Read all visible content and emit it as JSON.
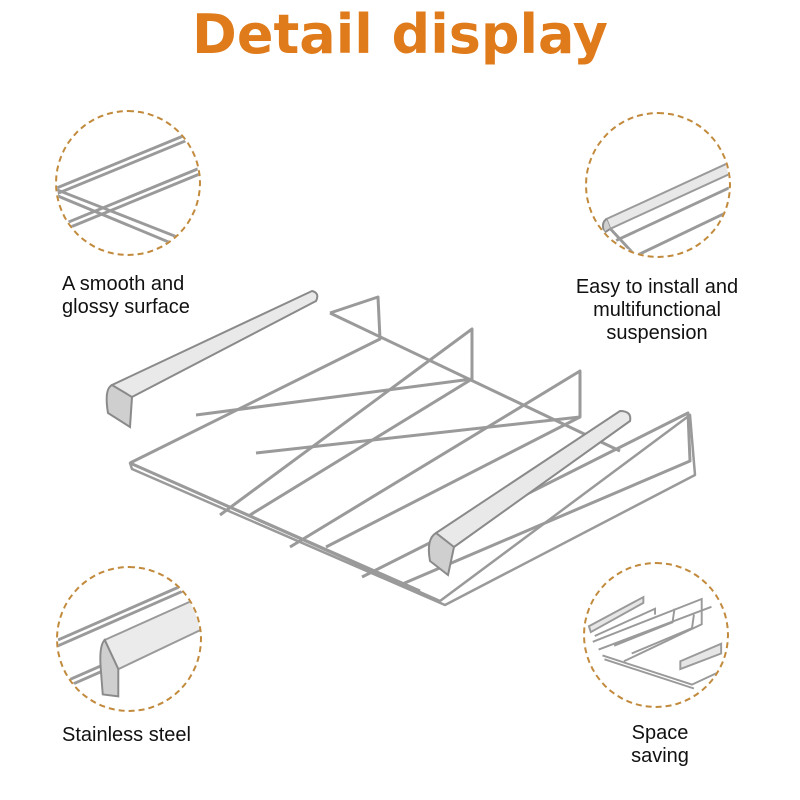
{
  "header": {
    "title": "Detail display",
    "title_color": "#e07b1b"
  },
  "features": [
    {
      "icon": "rail-closeup-icon",
      "caption": "A smooth and\nglossy surface"
    },
    {
      "icon": "hook-closeup-icon",
      "caption": "Easy to install and\nmultifunctional\nsuspension"
    },
    {
      "icon": "steel-end-closeup-icon",
      "caption": "Stainless steel"
    },
    {
      "icon": "rack-overview-icon",
      "caption": "Space\nsaving"
    }
  ],
  "colors": {
    "circle_border": "#c28a3c",
    "metal": "#9a9a9a",
    "metal_light": "#d9d9d9"
  }
}
